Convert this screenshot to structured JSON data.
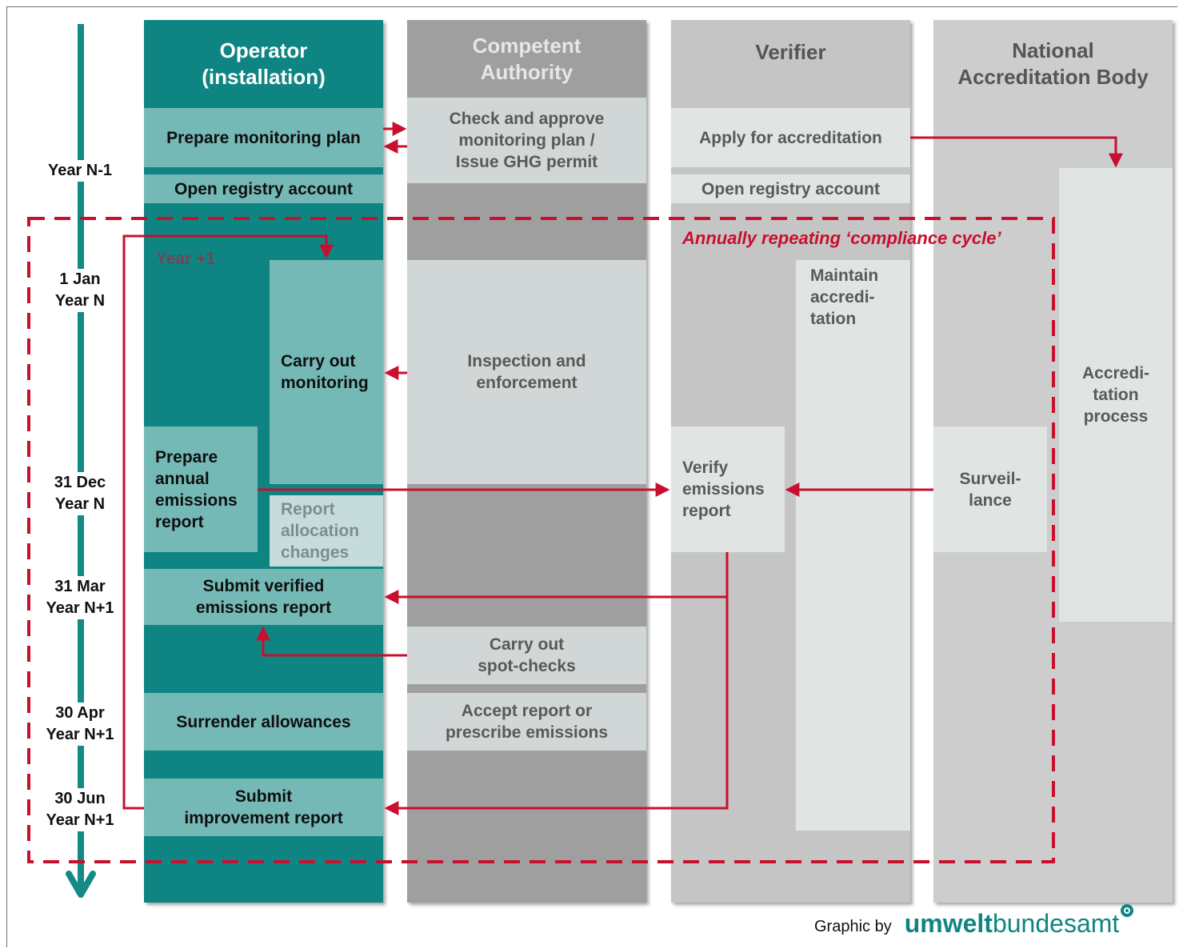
{
  "columns": {
    "operator": "Operator\n(installation)",
    "authority": "Competent\nAuthority",
    "verifier": "Verifier",
    "nab": "National\nAccreditation Body"
  },
  "operator_boxes": {
    "prepare_plan": "Prepare monitoring plan",
    "open_registry": "Open registry account",
    "year_plus_one": "Year +1",
    "carry_out_monitoring": "Carry out\nmonitoring",
    "prepare_report": "Prepare\nannual\nemissions\nreport",
    "report_allocation": "Report\nallocation\nchanges",
    "submit_verified": "Submit verified\nemissions report",
    "surrender": "Surrender allowances",
    "submit_improvement": "Submit\nimprovement report"
  },
  "authority_boxes": {
    "check_approve": "Check and approve\nmonitoring plan /\nIssue GHG permit",
    "inspection": "Inspection and\nenforcement",
    "spot_checks": "Carry out\nspot-checks",
    "accept_report": "Accept report or\nprescribe emissions"
  },
  "verifier_boxes": {
    "apply_accreditation": "Apply for accreditation",
    "open_registry": "Open registry account",
    "maintain": "Maintain\naccredi-\ntation",
    "verify": "Verify\nemissions\nreport"
  },
  "nab_boxes": {
    "process": "Accredi-\ntation\nprocess",
    "surveillance": "Surveil-\nlance"
  },
  "compliance_cycle_label": "Annually repeating ‘compliance cycle’",
  "timeline": {
    "year_n_minus_1": "Year N-1",
    "jan1": "1 Jan\nYear N",
    "dec31": "31 Dec\nYear N",
    "mar31": "31 Mar\nYear N+1",
    "apr30": "30 Apr\nYear N+1",
    "jun30": "30 Jun\nYear N+1"
  },
  "credit": {
    "prefix": "Graphic by",
    "brand_bold": "umwelt",
    "brand_light": "bundesamt"
  },
  "colors": {
    "operator_teal": "#0f8583",
    "box_teal": "#74b9b6",
    "arrow_red": "#c8102e",
    "timeline_teal": "#138a86"
  }
}
